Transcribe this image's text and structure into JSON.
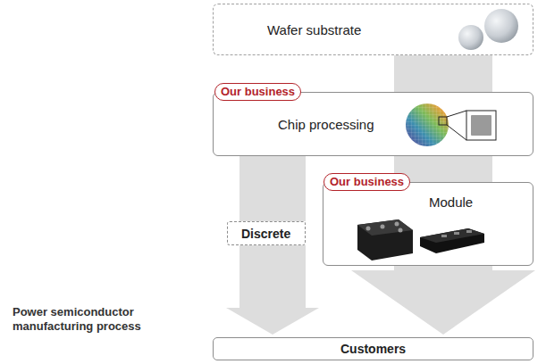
{
  "diagram": {
    "nodes": [
      {
        "text": [
          "Wafer substrate"
        ]
      },
      {
        "text": [
          "Our business",
          "Chip processing"
        ]
      },
      {
        "text": [
          "Our business",
          "Module"
        ]
      },
      {
        "text": [
          "Discrete"
        ]
      },
      {
        "text": [
          "Customers"
        ]
      }
    ],
    "edges": [
      {
        "from": 0,
        "to": 1,
        "arrow": "none"
      },
      {
        "from": 1,
        "to": 2,
        "arrow": "none"
      },
      {
        "from": 2,
        "to": 4,
        "arrow": "to"
      },
      {
        "from": 1,
        "to": 3,
        "arrow": "none"
      },
      {
        "from": 3,
        "to": 4,
        "arrow": "to"
      }
    ],
    "labels": [
      "Power semiconductor manufacturing process"
    ]
  }
}
